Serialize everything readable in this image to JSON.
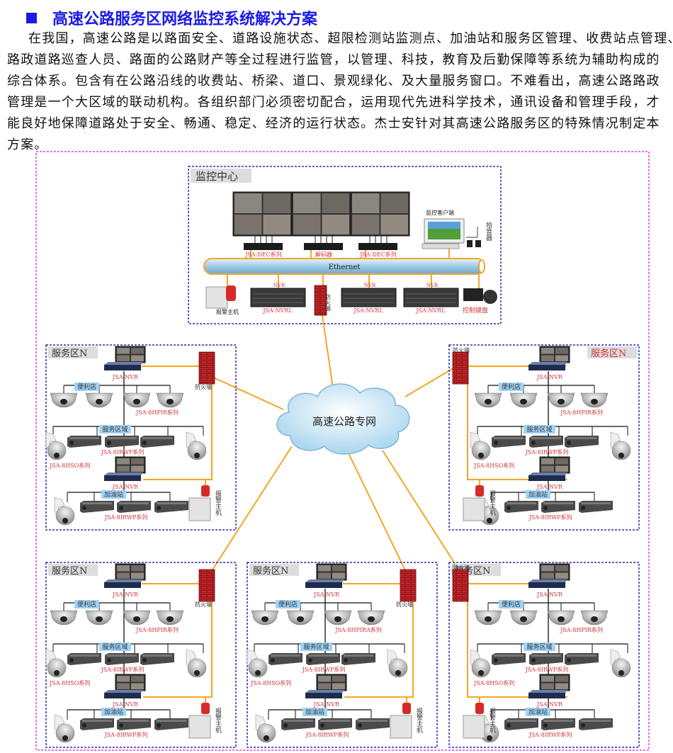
{
  "document": {
    "title": "高速公路服务区网络监控系统解决方案",
    "paragraph_lines": [
      "在我国，高速公路是以路面安全、道路设施状态、超限检测站监测点、加油站和服务区管理、收费站点管理、",
      "路政道路巡查人员、路面的公路财产等全过程进行监管，以管理、科技，教育及后勤保障等系统为辅助构成的",
      "综合体系。包含有在公路沿线的收费站、桥梁、道口、景观绿化、及大量服务窗口。不难看出，高速公路路政",
      "管理是一个大区域的联动机构。各组织部门必须密切配合，运用现代先进科学技术，通讯设备和管理手段，才",
      "能良好地保障道路处于安全、畅通、稳定、经济的运行状态。杰士安针对其高速公路服务区的特殊情况制定本",
      "方案。"
    ]
  },
  "diagram": {
    "cloud_label": "高速公路专网",
    "center": {
      "title": "监控中心",
      "decoder_labels": [
        "JSA-DEC系列",
        "解码器",
        "JSA-DEC系列"
      ],
      "client_label": "监控客户端",
      "mic_label": "拾音器",
      "bus_label": "Ethernet",
      "alarm_label": "报警主机",
      "nvr_top_label": "NVR",
      "nvr_label": "JSA-NVRL",
      "firewall_label": "防火墙",
      "keyboard_label": "控制键盘"
    },
    "panels": [
      {
        "title": "服务区N",
        "nvr1": "JSA-NVR",
        "shop": "便利店",
        "dome": "JSA-8HPIR系列",
        "area": "服务区域",
        "box": "JSA-8IRWP系列",
        "ptz": "JSA-8HSO系列",
        "nvr2": "JSA-NVR",
        "gas": "加油站",
        "box2": "JSA-8IRWP系列",
        "firewall": "防火墙",
        "alarm": "报警主机"
      },
      {
        "title": "服务区N",
        "nvr1": "JSA-NVR",
        "shop": "便利店",
        "dome": "JSA-8HPIR系列",
        "area": "服务区域",
        "box": "JSA-8IRWP系列",
        "ptz": "JSA-8HSO系列",
        "nvr2": "JSA-NVR",
        "gas": "加油站",
        "box2": "JSA-8IRWP系列",
        "firewall": "防火墙",
        "alarm": "报警主机"
      },
      {
        "title": "服务区N",
        "nvr1": "JSA-NVR",
        "shop": "便利店",
        "dome": "JSA-8HPIR系列",
        "area": "服务区域",
        "box": "JSA-8IRWP系列",
        "ptz": "JSA-8HSO系列",
        "nvr2": "JSA-NVR",
        "gas": "加油站",
        "box2": "JSA-8IRWP系列",
        "firewall": "防火墙",
        "alarm": "报警主机"
      },
      {
        "title": "服务区N",
        "nvr1": "JSA-NVR",
        "shop": "便利店",
        "dome": "JSA-8HPIRA系列",
        "area": "服务区域",
        "box": "JSA-8IRWP系列",
        "ptz": "JSA-8HSO系列",
        "nvr2": "JSA-NVR",
        "gas": "加油站",
        "box2": "JSA-8IRWP系列",
        "firewall": "防火墙",
        "alarm": "报警主机"
      },
      {
        "title": "服务区N",
        "nvr1": "JSA-NVR",
        "shop": "便利店",
        "dome": "JSA-8HPIR系列",
        "area": "服务区域",
        "box": "JSA-8IRWP系列",
        "ptz": "JSA-8HSO系列",
        "nvr2": "JSA-NVR",
        "gas": "加油站",
        "box2": "JSA-8IRWP系列",
        "firewall": "防火墙",
        "alarm": "报警主机"
      }
    ],
    "colors": {
      "link": "#f5a623",
      "border": "#2b2bb0",
      "outer": "#e040e0",
      "label_red": "#d0333a",
      "tag_bg": "#9fd3f7"
    }
  }
}
